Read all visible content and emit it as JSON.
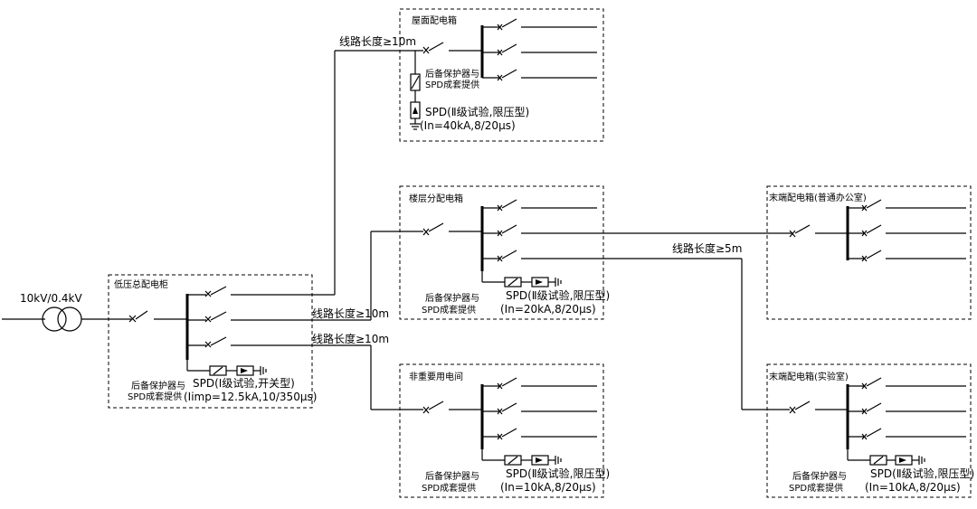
{
  "transformer_label": "10kV/0.4kV",
  "line_length_10m": "线路长度≥10m",
  "line_length_5m": "线路长度≥5m",
  "backup_line1": "后备保护器与",
  "backup_line2": "SPD成套提供",
  "boxes": {
    "main": {
      "title": "低压总配电柜",
      "spd": "SPD(Ⅰ级试验,开关型)",
      "rating": "(Iimp=12.5kA,10/350μs)"
    },
    "roof": {
      "title": "屋面配电箱",
      "spd": "SPD(Ⅱ级试验,限压型)",
      "rating": "(In=40kA,8/20μs)"
    },
    "floor": {
      "title": "楼层分配电箱",
      "spd": "SPD(Ⅱ级试验,限压型)",
      "rating": "(In=20kA,8/20μs)"
    },
    "nonimportant": {
      "title": "非重要用电间",
      "spd": "SPD(Ⅱ级试验,限压型)",
      "rating": "(In=10kA,8/20μs)"
    },
    "office": {
      "title": "末端配电箱(普通办公室)"
    },
    "lab": {
      "title": "末端配电箱(实验室)",
      "spd": "SPD(Ⅱ级试验,限压型)",
      "rating": "(In=10kA,8/20μs)"
    }
  }
}
